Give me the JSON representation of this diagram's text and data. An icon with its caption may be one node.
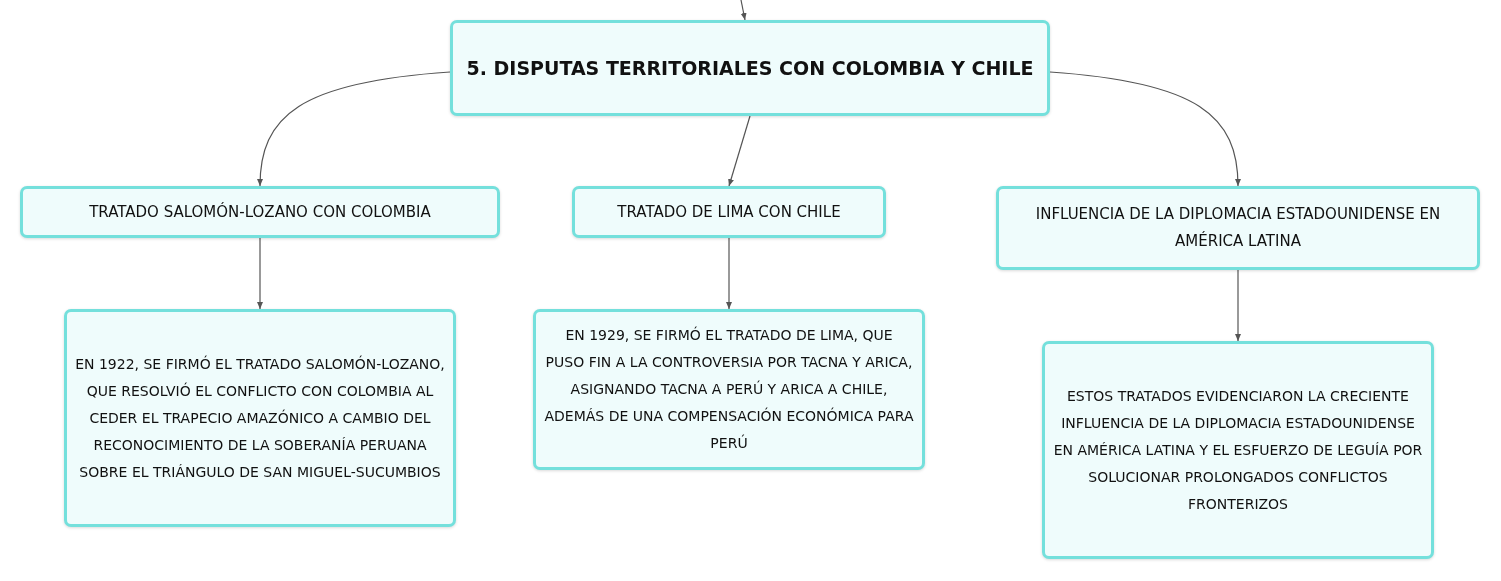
{
  "diagram": {
    "nodes": [
      {
        "text": [
          "5. DISPUTAS TERRITORIALES CON COLOMBIA Y CHILE"
        ]
      },
      {
        "text": [
          "TRATADO SALOMÓN-LOZANO CON COLOMBIA"
        ]
      },
      {
        "text": [
          "TRATADO DE LIMA CON CHILE"
        ]
      },
      {
        "text": [
          "INFLUENCIA DE LA DIPLOMACIA ESTADOUNIDENSE EN AMÉRICA LATINA"
        ]
      },
      {
        "text": [
          "EN 1922, SE FIRMÓ EL TRATADO SALOMÓN-LOZANO, QUE RESOLVIÓ EL CONFLICTO CON COLOMBIA AL CEDER EL TRAPECIO AMAZÓNICO A CAMBIO DEL RECONOCIMIENTO DE LA SOBERANÍA PERUANA SOBRE EL TRIÁNGULO DE SAN MIGUEL-SUCUMBIOS"
        ]
      },
      {
        "text": [
          "EN 1929, SE FIRMÓ EL TRATADO DE LIMA, QUE PUSO FIN A LA CONTROVERSIA POR TACNA Y ARICA, ASIGNANDO TACNA A PERÚ Y ARICA A CHILE, ADEMÁS DE UNA COMPENSACIÓN ECONÓMICA PARA PERÚ"
        ]
      },
      {
        "text": [
          "ESTOS TRATADOS EVIDENCIARON LA CRECIENTE INFLUENCIA DE LA DIPLOMACIA ESTADOUNIDENSE EN AMÉRICA LATINA Y EL ESFUERZO DE LEGUÍA POR SOLUCIONAR PROLONGADOS CONFLICTOS FRONTERIZOS"
        ]
      }
    ],
    "edges": [
      {
        "from": null,
        "to": 0,
        "arrow": "to"
      },
      {
        "from": 0,
        "to": 1,
        "arrow": "to"
      },
      {
        "from": 0,
        "to": 2,
        "arrow": "to"
      },
      {
        "from": 0,
        "to": 3,
        "arrow": "to"
      },
      {
        "from": 1,
        "to": 4,
        "arrow": "to"
      },
      {
        "from": 2,
        "to": 5,
        "arrow": "to"
      },
      {
        "from": 3,
        "to": 6,
        "arrow": "to"
      }
    ]
  }
}
